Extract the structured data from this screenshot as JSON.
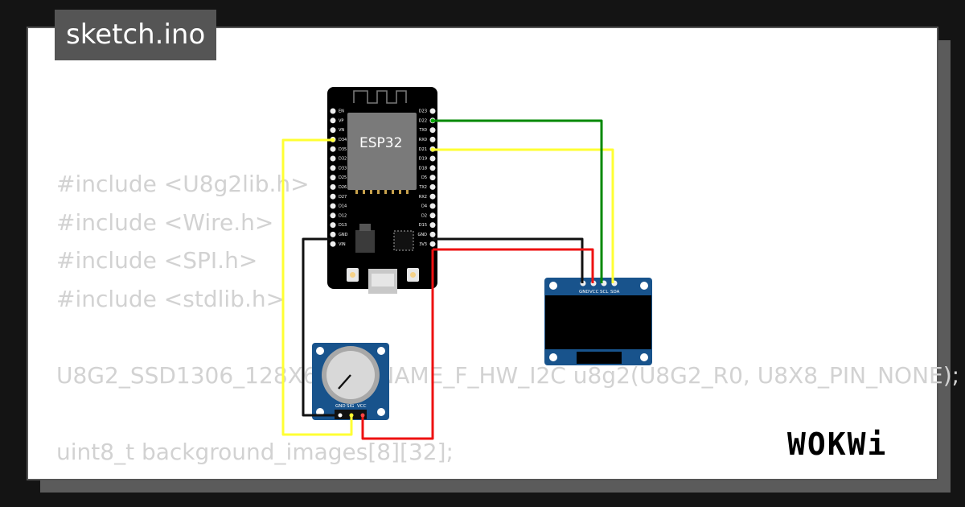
{
  "title": "sketch.ino",
  "code_lines": [
    "#include <U8g2lib.h>",
    "#include <Wire.h>",
    "#include <SPI.h>",
    "#include <stdlib.h>",
    "",
    "U8G2_SSD1306_128X64_NONAME_F_HW_I2C u8g2(U8G2_R0, U8X8_PIN_NONE);",
    "",
    "uint8_t background_images[8][32];"
  ],
  "esp32": {
    "label": "ESP32",
    "left_pins": [
      "EN",
      "VP",
      "VN",
      "D34",
      "D35",
      "D32",
      "D33",
      "D25",
      "D26",
      "D27",
      "D14",
      "D12",
      "D13",
      "GND",
      "VIN"
    ],
    "right_pins": [
      "D23",
      "D22",
      "TX0",
      "RX0",
      "D21",
      "D19",
      "D18",
      "D5",
      "TX2",
      "RX2",
      "D4",
      "D2",
      "D15",
      "GND",
      "3V3"
    ]
  },
  "oled": {
    "pins": [
      "GND",
      "VCC",
      "SCL",
      "SDA"
    ]
  },
  "potentiometer": {
    "pins": [
      "GND",
      "SIG",
      "VCC"
    ]
  },
  "wires": {
    "sda_color": "#ffff33",
    "scl_color": "#008800",
    "gnd_color": "#111111",
    "vcc_color": "#ee1111",
    "sig_color": "#ffff33"
  },
  "logo": "WOKWi"
}
